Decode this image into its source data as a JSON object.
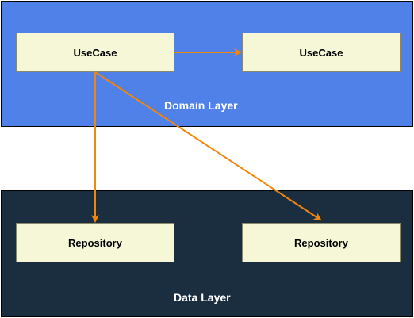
{
  "layers": {
    "domain": {
      "label": "Domain Layer",
      "color": "#4f81e8"
    },
    "data": {
      "label": "Data Layer",
      "color": "#1b2e40"
    }
  },
  "nodes": {
    "usecase_primary": {
      "label": "UseCase"
    },
    "usecase_secondary": {
      "label": "UseCase"
    },
    "repository_left": {
      "label": "Repository"
    },
    "repository_right": {
      "label": "Repository"
    }
  },
  "edges": [
    {
      "from": "usecase_primary",
      "to": "usecase_secondary"
    },
    {
      "from": "usecase_primary",
      "to": "repository_left"
    },
    {
      "from": "usecase_primary",
      "to": "repository_right"
    }
  ],
  "colors": {
    "arrow": "#f0870c",
    "node_fill": "#f5f7d6"
  }
}
